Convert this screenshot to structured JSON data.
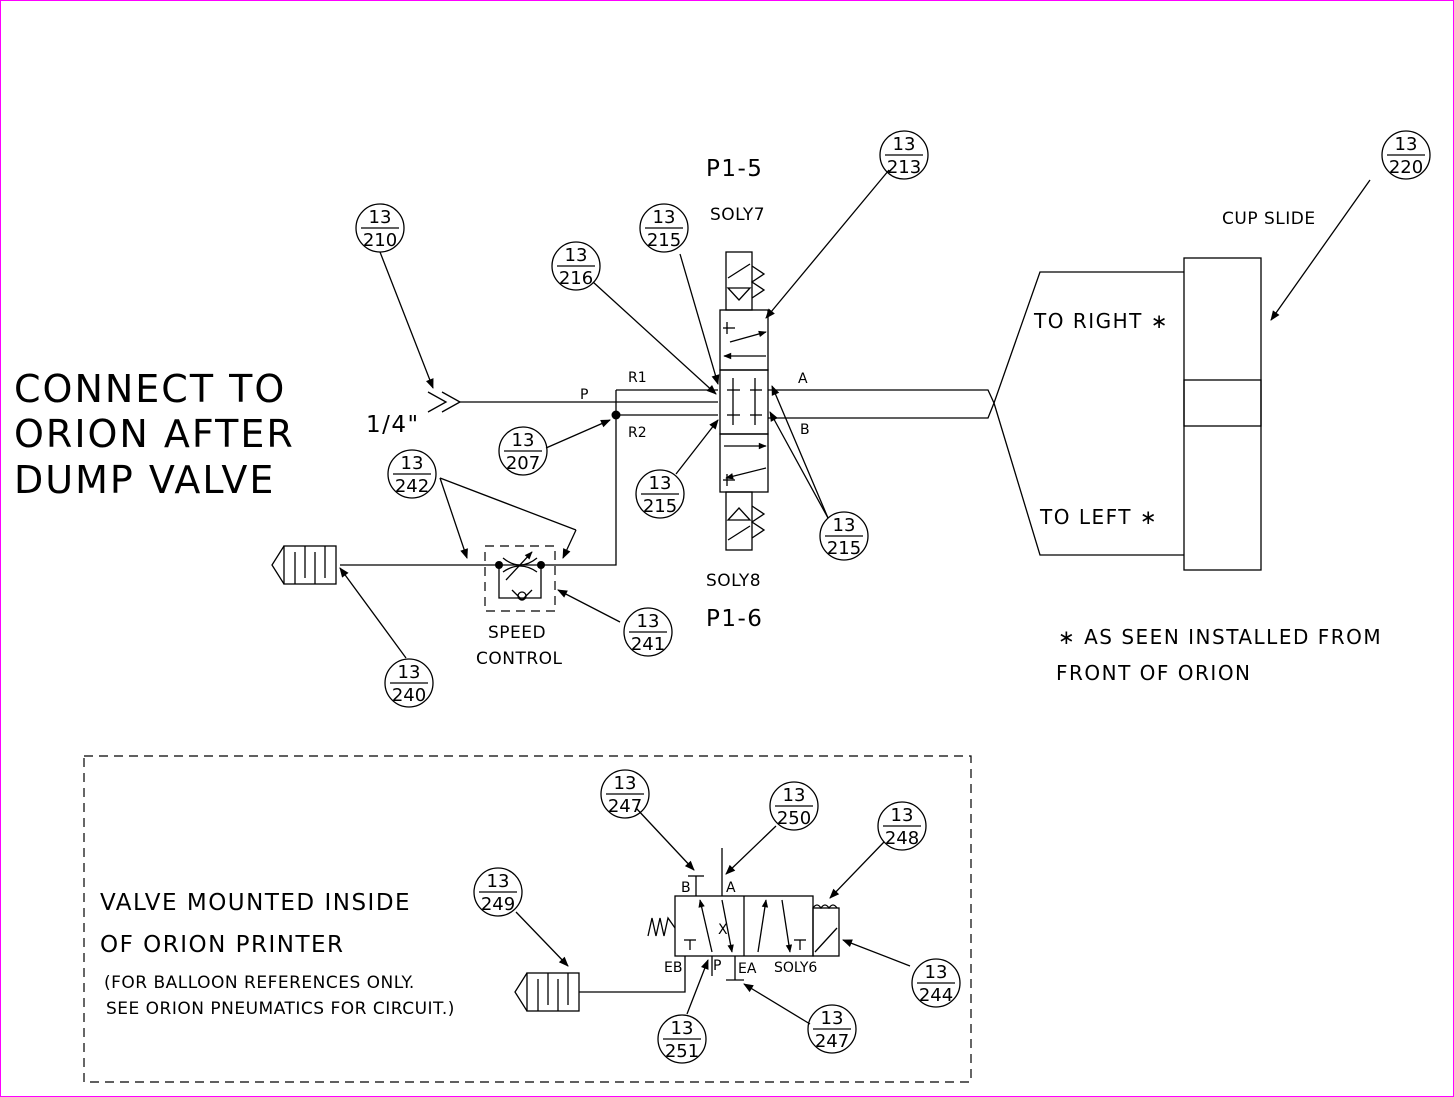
{
  "colors": {
    "line": "#000000",
    "frame": "#ff00ff",
    "background": "#ffffff"
  },
  "notes": {
    "connect_line1": "CONNECT TO",
    "connect_line2": "ORION AFTER",
    "connect_line3": "DUMP VALVE",
    "fitting_size": "1/4\"",
    "installed_note_line1": "∗ AS SEEN INSTALLED FROM",
    "installed_note_line2": "FRONT OF ORION"
  },
  "main_valve": {
    "top_ref": "P1-5",
    "top_solenoid": "SOLY7",
    "bottom_solenoid": "SOLY8",
    "bottom_ref": "P1-6",
    "port_p": "P",
    "port_r1": "R1",
    "port_r2": "R2",
    "port_a": "A",
    "port_b": "B"
  },
  "cylinder": {
    "title": "CUP SLIDE",
    "to_right": "TO RIGHT ∗",
    "to_left": "TO LEFT ∗"
  },
  "speed_control": {
    "line1": "SPEED",
    "line2": "CONTROL"
  },
  "inset": {
    "title_line1": "VALVE MOUNTED INSIDE",
    "title_line2": "OF ORION PRINTER",
    "note_line1": "(FOR BALLOON REFERENCES ONLY.",
    "note_line2": "SEE ORION PNEUMATICS FOR CIRCUIT.)",
    "port_b": "B",
    "port_a": "A",
    "port_x": "X",
    "port_eb": "EB",
    "port_p": "P",
    "port_ea": "EA",
    "solenoid": "SOLY6"
  },
  "balloons": [
    {
      "top": "13",
      "bottom": "210"
    },
    {
      "top": "13",
      "bottom": "216"
    },
    {
      "top": "13",
      "bottom": "215"
    },
    {
      "top": "13",
      "bottom": "213"
    },
    {
      "top": "13",
      "bottom": "220"
    },
    {
      "top": "13",
      "bottom": "207"
    },
    {
      "top": "13",
      "bottom": "242"
    },
    {
      "top": "13",
      "bottom": "215"
    },
    {
      "top": "13",
      "bottom": "215"
    },
    {
      "top": "13",
      "bottom": "241"
    },
    {
      "top": "13",
      "bottom": "240"
    },
    {
      "top": "13",
      "bottom": "247"
    },
    {
      "top": "13",
      "bottom": "250"
    },
    {
      "top": "13",
      "bottom": "248"
    },
    {
      "top": "13",
      "bottom": "249"
    },
    {
      "top": "13",
      "bottom": "244"
    },
    {
      "top": "13",
      "bottom": "251"
    },
    {
      "top": "13",
      "bottom": "247"
    }
  ]
}
